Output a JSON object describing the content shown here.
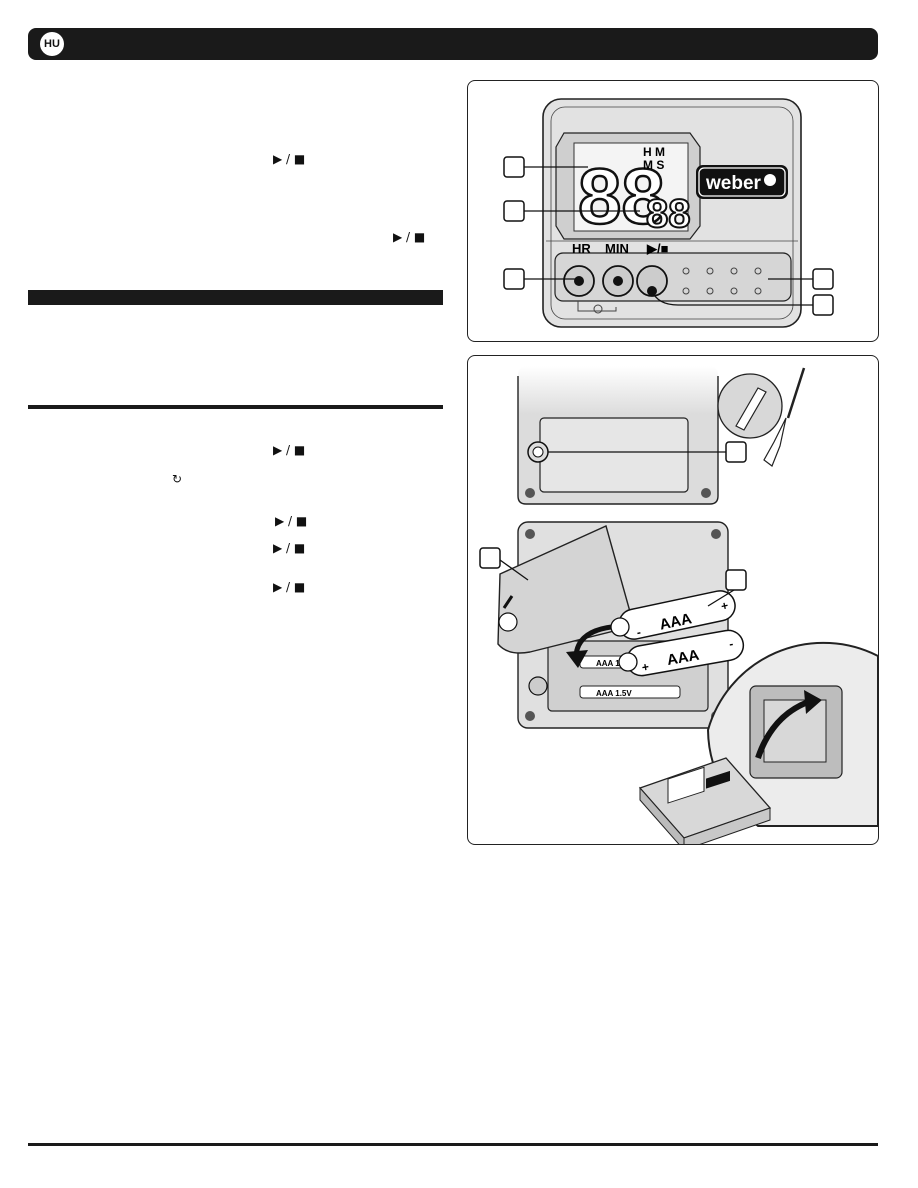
{
  "header": {
    "language_code": "HU"
  },
  "text_glyphs": {
    "play_stop": "▶ / ■",
    "reset": "↻"
  },
  "timer_figure": {
    "display_digits": "88",
    "seconds_digits": "88",
    "unit_top": "H M",
    "unit_bottom": "M S",
    "brand": "weber",
    "button_labels": [
      "HR",
      "MIN",
      "▶/■"
    ]
  },
  "battery_figure": {
    "battery_label": "AAA",
    "compartment_labels": [
      "AAA 1.5V",
      "AAA 1.5V"
    ],
    "plus": "+",
    "minus": "-"
  }
}
